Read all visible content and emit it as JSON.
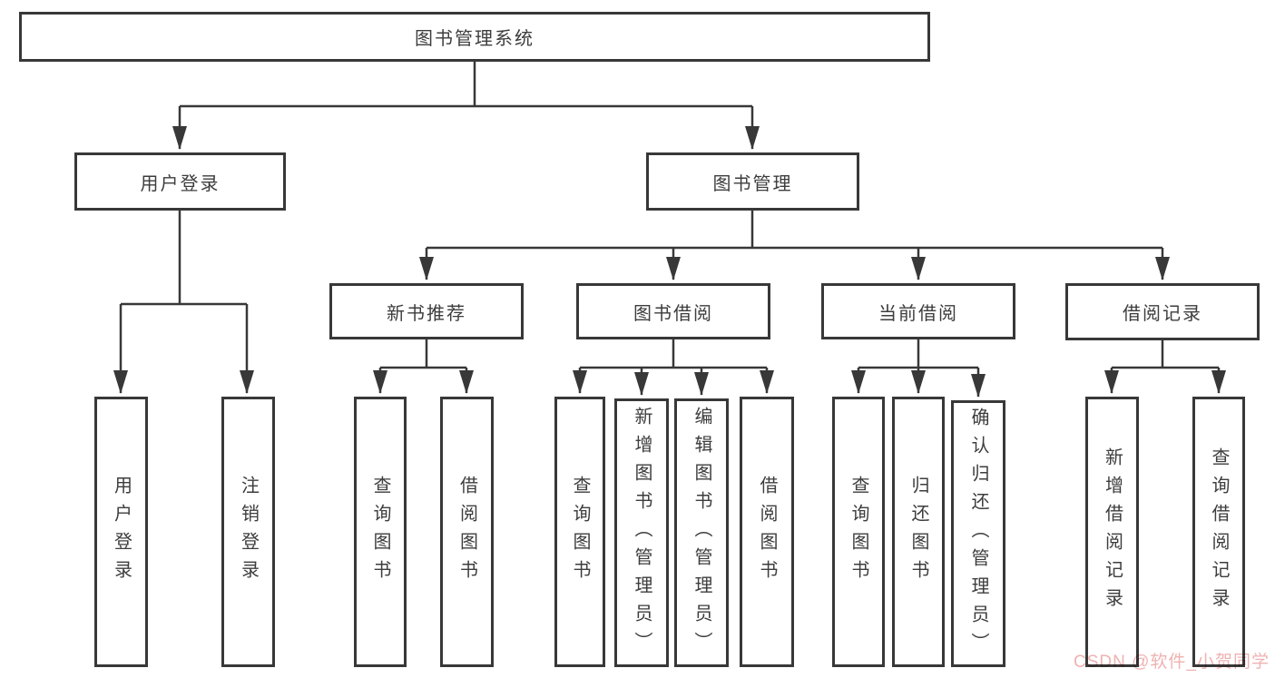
{
  "title": "图书管理系统",
  "level2": [
    {
      "label": "用户登录"
    },
    {
      "label": "图书管理"
    }
  ],
  "level3": [
    {
      "label": "新书推荐"
    },
    {
      "label": "图书借阅"
    },
    {
      "label": "当前借阅"
    },
    {
      "label": "借阅记录"
    }
  ],
  "level4": [
    {
      "label": "用户登录"
    },
    {
      "label": "注销登录"
    },
    {
      "label": "查询图书"
    },
    {
      "label": "借阅图书"
    },
    {
      "label": "查询图书"
    },
    {
      "label": "新增图书（管理员）"
    },
    {
      "label": "编辑图书（管理员）"
    },
    {
      "label": "借阅图书"
    },
    {
      "label": "查询图书"
    },
    {
      "label": "归还图书"
    },
    {
      "label": "确认归还（管理员）"
    },
    {
      "label": "新增借阅记录"
    },
    {
      "label": "查询借阅记录"
    }
  ],
  "watermark": "CSDN @软件_小贺同学",
  "colors": {
    "line": "#383838",
    "text": "#3d3d3d",
    "box_background": "#ffffff",
    "watermark": "#efb2b2",
    "background": "#ffffff"
  }
}
